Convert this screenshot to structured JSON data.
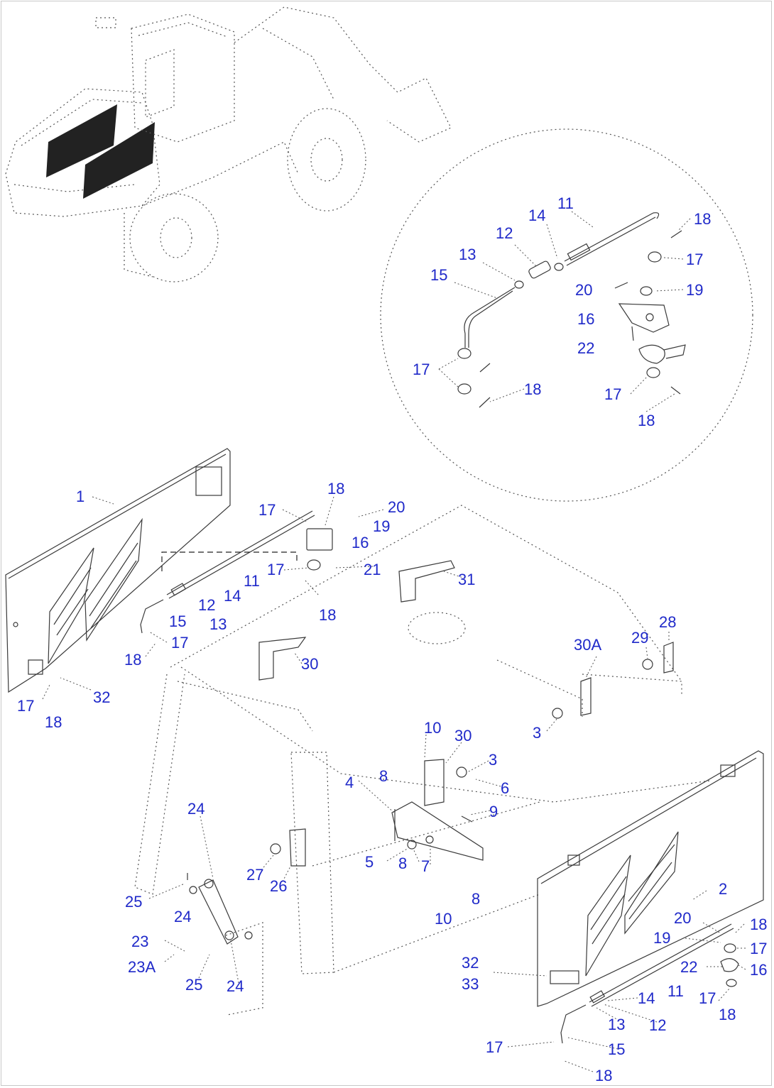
{
  "diagram": {
    "callouts": [
      {
        "id": "c-1",
        "text": "1"
      },
      {
        "id": "c-2",
        "text": "2"
      },
      {
        "id": "c-3a",
        "text": "3"
      },
      {
        "id": "c-3b",
        "text": "3"
      },
      {
        "id": "c-4",
        "text": "4"
      },
      {
        "id": "c-5",
        "text": "5"
      },
      {
        "id": "c-6",
        "text": "6"
      },
      {
        "id": "c-7",
        "text": "7"
      },
      {
        "id": "c-8a",
        "text": "8"
      },
      {
        "id": "c-8b",
        "text": "8"
      },
      {
        "id": "c-8c",
        "text": "8"
      },
      {
        "id": "c-9",
        "text": "9"
      },
      {
        "id": "c-10a",
        "text": "10"
      },
      {
        "id": "c-10b",
        "text": "10"
      },
      {
        "id": "c-11a",
        "text": "11"
      },
      {
        "id": "c-11b",
        "text": "11"
      },
      {
        "id": "c-11c",
        "text": "11"
      },
      {
        "id": "c-12a",
        "text": "12"
      },
      {
        "id": "c-12b",
        "text": "12"
      },
      {
        "id": "c-12c",
        "text": "12"
      },
      {
        "id": "c-13a",
        "text": "13"
      },
      {
        "id": "c-13b",
        "text": "13"
      },
      {
        "id": "c-13c",
        "text": "13"
      },
      {
        "id": "c-14a",
        "text": "14"
      },
      {
        "id": "c-14b",
        "text": "14"
      },
      {
        "id": "c-14c",
        "text": "14"
      },
      {
        "id": "c-15a",
        "text": "15"
      },
      {
        "id": "c-15b",
        "text": "15"
      },
      {
        "id": "c-15c",
        "text": "15"
      },
      {
        "id": "c-16a",
        "text": "16"
      },
      {
        "id": "c-16b",
        "text": "16"
      },
      {
        "id": "c-16c",
        "text": "16"
      },
      {
        "id": "c-17a",
        "text": "17"
      },
      {
        "id": "c-17b",
        "text": "17"
      },
      {
        "id": "c-17c",
        "text": "17"
      },
      {
        "id": "c-17d",
        "text": "17"
      },
      {
        "id": "c-17e",
        "text": "17"
      },
      {
        "id": "c-17f",
        "text": "17"
      },
      {
        "id": "c-17g",
        "text": "17"
      },
      {
        "id": "c-17h",
        "text": "17"
      },
      {
        "id": "c-17i",
        "text": "17"
      },
      {
        "id": "c-17j",
        "text": "17"
      },
      {
        "id": "c-18a",
        "text": "18"
      },
      {
        "id": "c-18b",
        "text": "18"
      },
      {
        "id": "c-18c",
        "text": "18"
      },
      {
        "id": "c-18d",
        "text": "18"
      },
      {
        "id": "c-18e",
        "text": "18"
      },
      {
        "id": "c-18f",
        "text": "18"
      },
      {
        "id": "c-18g",
        "text": "18"
      },
      {
        "id": "c-18h",
        "text": "18"
      },
      {
        "id": "c-18i",
        "text": "18"
      },
      {
        "id": "c-18j",
        "text": "18"
      },
      {
        "id": "c-19a",
        "text": "19"
      },
      {
        "id": "c-19b",
        "text": "19"
      },
      {
        "id": "c-19c",
        "text": "19"
      },
      {
        "id": "c-20a",
        "text": "20"
      },
      {
        "id": "c-20b",
        "text": "20"
      },
      {
        "id": "c-20c",
        "text": "20"
      },
      {
        "id": "c-21",
        "text": "21"
      },
      {
        "id": "c-22a",
        "text": "22"
      },
      {
        "id": "c-22b",
        "text": "22"
      },
      {
        "id": "c-23",
        "text": "23"
      },
      {
        "id": "c-23A",
        "text": "23A"
      },
      {
        "id": "c-24a",
        "text": "24"
      },
      {
        "id": "c-24b",
        "text": "24"
      },
      {
        "id": "c-24c",
        "text": "24"
      },
      {
        "id": "c-25a",
        "text": "25"
      },
      {
        "id": "c-25b",
        "text": "25"
      },
      {
        "id": "c-26",
        "text": "26"
      },
      {
        "id": "c-27",
        "text": "27"
      },
      {
        "id": "c-28",
        "text": "28"
      },
      {
        "id": "c-29",
        "text": "29"
      },
      {
        "id": "c-30a",
        "text": "30"
      },
      {
        "id": "c-30b",
        "text": "30"
      },
      {
        "id": "c-30A",
        "text": "30A"
      },
      {
        "id": "c-31",
        "text": "31"
      },
      {
        "id": "c-32a",
        "text": "32"
      },
      {
        "id": "c-32b",
        "text": "32"
      },
      {
        "id": "c-33",
        "text": "33"
      }
    ]
  }
}
